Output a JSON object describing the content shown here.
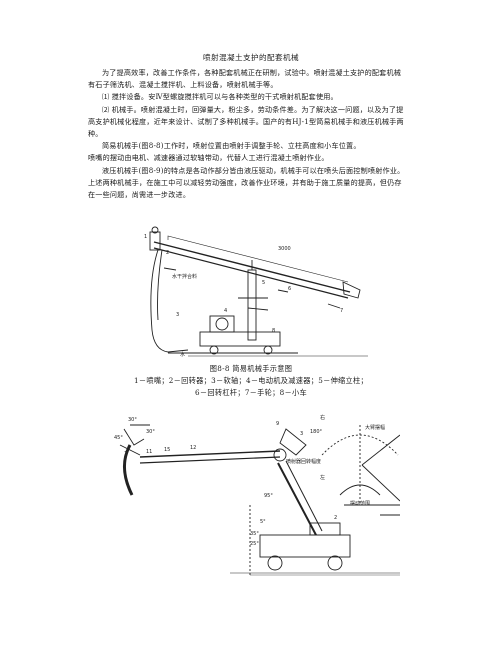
{
  "document": {
    "title": "喷射混凝土支护的配套机械",
    "paragraphs": [
      "为了提高效率，改善工作条件，各种配套机械正在研制，试验中。喷射混凝土支护的配套机械有石子筛洗机、混凝土搅拌机、上料设备，喷射机械手等。",
      "⑴ 搅拌设备。安Ⅳ型螺旋搅拌机可以与各种类型的干式喷射机配套使用。",
      "⑵ 机械手。喷射混凝土时，回弹量大，粉尘多，劳动条件差。为了解决这一问题，以及为了提高支护机械化程度，近年来设计、试制了多种机械手。国产的有HJ-1型简易机械手和液压机械手两种。",
      "简易机械手(图8-8)工作时，喷射位置由喷射手调整手轮、立柱高度和小车位置。",
      "喷嘴的摆动由电机、减速器通过软轴带动，代替人工进行混凝土喷射作业。",
      "液压机械手(图8-9)的特点是各动作部分皆由液压驱动，机械手可以在喷头后面控制喷射作业。上述两种机械手，在施工中可以减轻劳动强度，改善作业环境，并有助于施工质量的提高，但仍存在一些问题，尚需进一步改进。"
    ]
  },
  "figure1": {
    "caption": "图8-8 简易机械手示意图",
    "legend_line1": "1－喷嘴；2－回转器；3－软轴；4－电动机及减速器；5－伸缩立柱；",
    "legend_line2": "6－回转杠杆；7－手轮；8－小车",
    "labels": {
      "dim_top": "3000",
      "mixture": "水干拌合料",
      "water": "水",
      "n1": "1",
      "n2": "2",
      "n3": "3",
      "n4": "4",
      "n5": "5",
      "n6": "6",
      "n7": "7",
      "n8": "8"
    }
  },
  "figure2": {
    "labels": {
      "a30": "30°",
      "a30b": "30°",
      "a45": "45°",
      "a180": "180°",
      "a95": "95°",
      "a5": "5°",
      "a35": "35°",
      "a25": "25°",
      "big_arm": "大臂摆幅",
      "lift": "喷射器回转幅度",
      "range": "摆动范围",
      "left": "左",
      "right": "右",
      "n1": "1",
      "n2": "2",
      "n11": "11",
      "n12": "12",
      "n15": "15",
      "n9": "9",
      "n3": "3"
    }
  }
}
